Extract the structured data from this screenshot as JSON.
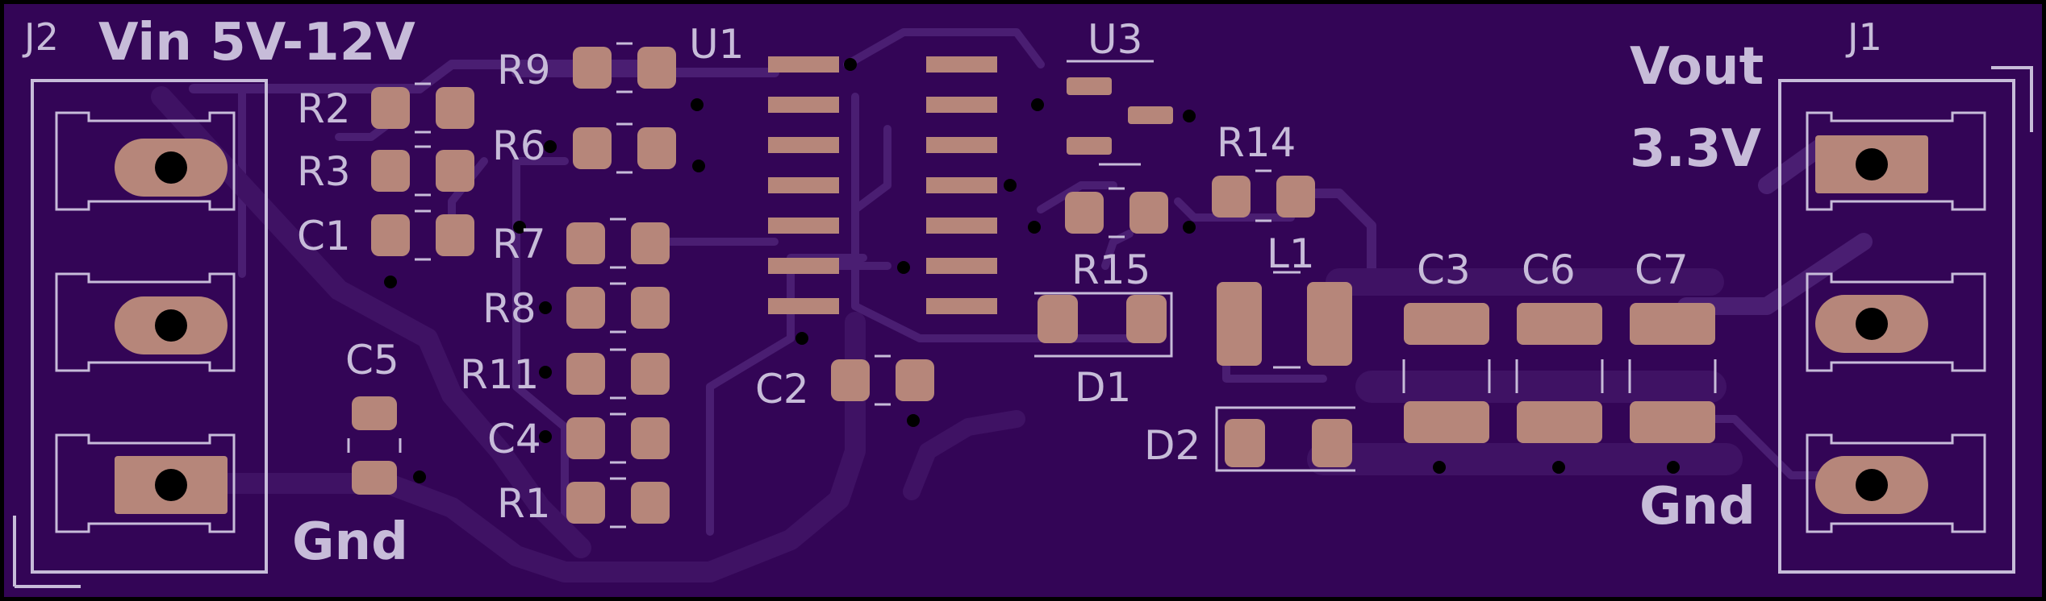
{
  "colors": {
    "board": "#330556",
    "trace": "#4a1e72",
    "pour": "#3f1264",
    "pad": "#b6867a",
    "silkscreen": "#c7bcd9",
    "drill": "#000000",
    "edge": "#000000"
  },
  "labels": {
    "vin": "Vin 5V-12V",
    "vout_line1": "Vout",
    "vout_line2": "3.3V",
    "gnd_left": "Gnd",
    "gnd_right": "Gnd"
  },
  "designators": {
    "j1": "J1",
    "j2": "J2",
    "u1": "U1",
    "u3": "U3",
    "r1": "R1",
    "r2": "R2",
    "r3": "R3",
    "r6": "R6",
    "r7": "R7",
    "r8": "R8",
    "r9": "R9",
    "r11": "R11",
    "r14": "R14",
    "r15": "R15",
    "c1": "C1",
    "c2": "C2",
    "c3": "C3",
    "c4": "C4",
    "c5": "C5",
    "c6": "C6",
    "c7": "C7",
    "d1": "D1",
    "d2": "D2",
    "l1": "L1"
  }
}
